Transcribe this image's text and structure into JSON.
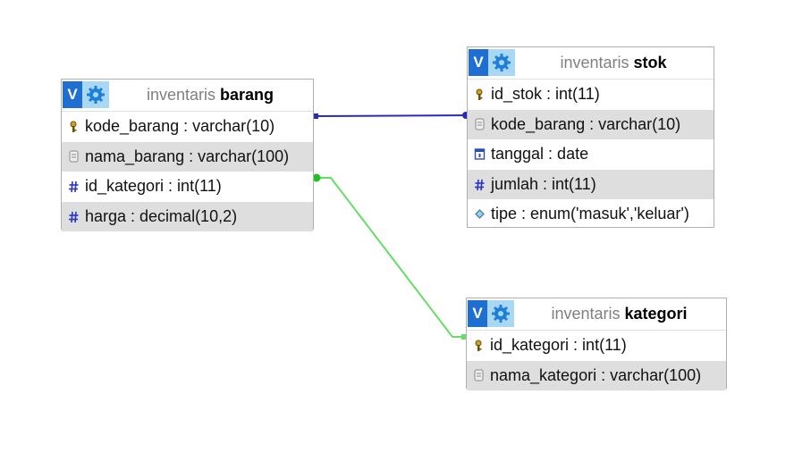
{
  "tables": {
    "barang": {
      "database": "inventaris",
      "name": "barang",
      "columns": [
        {
          "text": "kode_barang : varchar(10)",
          "icon": "key-icon"
        },
        {
          "text": "nama_barang : varchar(100)",
          "icon": "text-type-icon"
        },
        {
          "text": "id_kategori : int(11)",
          "icon": "hash-icon"
        },
        {
          "text": "harga : decimal(10,2)",
          "icon": "hash-icon"
        }
      ]
    },
    "stok": {
      "database": "inventaris",
      "name": "stok",
      "columns": [
        {
          "text": "id_stok : int(11)",
          "icon": "key-icon"
        },
        {
          "text": "kode_barang : varchar(10)",
          "icon": "text-type-icon"
        },
        {
          "text": "tanggal : date",
          "icon": "date-icon"
        },
        {
          "text": "jumlah : int(11)",
          "icon": "hash-icon"
        },
        {
          "text": "tipe : enum('masuk','keluar')",
          "icon": "enum-icon"
        }
      ]
    },
    "kategori": {
      "database": "inventaris",
      "name": "kategori",
      "columns": [
        {
          "text": "id_kategori : int(11)",
          "icon": "key-icon"
        },
        {
          "text": "nama_kategori : varchar(100)",
          "icon": "text-type-icon"
        }
      ]
    }
  },
  "header_button_label": "V",
  "relations": [
    {
      "from": "barang.kode_barang",
      "to": "stok.kode_barang",
      "color": "#2a2ab8"
    },
    {
      "from": "barang.id_kategori",
      "to": "kategori.id_kategori",
      "color": "#66dd66"
    }
  ],
  "colors": {
    "header_blue": "#1e6fd1",
    "gear_bg": "#a9d8f5",
    "alt_row": "#dedede",
    "border": "#b0b0b0"
  }
}
